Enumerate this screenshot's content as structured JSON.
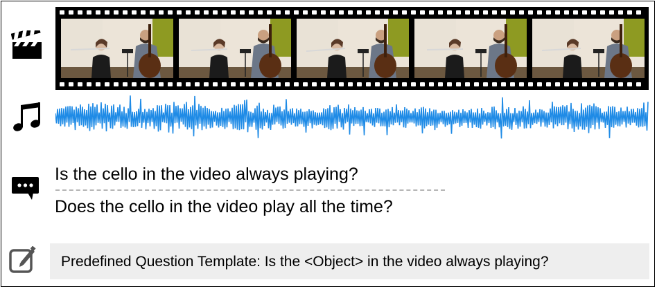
{
  "icons": {
    "video": "clapperboard-icon",
    "audio": "music-note-icon",
    "question": "chat-bubble-icon",
    "template": "edit-icon"
  },
  "video_frames": [
    "frame-1",
    "frame-2",
    "frame-3",
    "frame-4",
    "frame-5"
  ],
  "questions": {
    "original": "Is the cello in the video always playing?",
    "paraphrase": "Does the cello in the video play all the time?"
  },
  "template": {
    "text": "Predefined Question Template: Is the <Object> in the video always playing?"
  },
  "colors": {
    "waveform": "#1f8be6",
    "film": "#000000",
    "template_bg": "#eeeeee",
    "divider": "#b5b5b5"
  }
}
